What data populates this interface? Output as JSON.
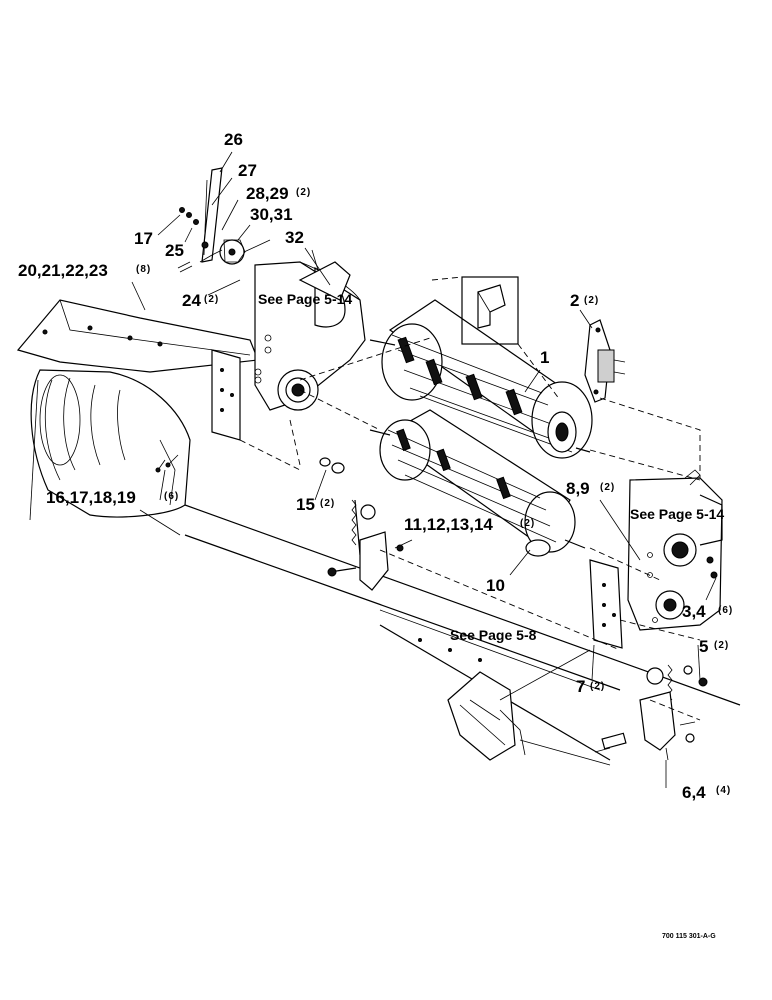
{
  "callouts": [
    {
      "id": "c26",
      "text": "26"
    },
    {
      "id": "c27",
      "text": "27"
    },
    {
      "id": "c28",
      "text": "28,29",
      "qty": "(2)"
    },
    {
      "id": "c30",
      "text": "30,31"
    },
    {
      "id": "c17",
      "text": "17"
    },
    {
      "id": "c32",
      "text": "32"
    },
    {
      "id": "c25",
      "text": "25"
    },
    {
      "id": "c20",
      "text": "20,21,22,23",
      "qty": "(8)"
    },
    {
      "id": "c24",
      "text": "24",
      "qty": "(2)"
    },
    {
      "id": "c2",
      "text": "2",
      "qty": "(2)"
    },
    {
      "id": "c1",
      "text": "1"
    },
    {
      "id": "c8",
      "text": "8,9",
      "qty": "(2)"
    },
    {
      "id": "c16",
      "text": "16,17,18,19",
      "qty": "(6)"
    },
    {
      "id": "c15",
      "text": "15",
      "qty": "(2)"
    },
    {
      "id": "c11",
      "text": "11,12,13,14",
      "qty": "(2)"
    },
    {
      "id": "c10",
      "text": "10"
    },
    {
      "id": "c3",
      "text": "3,4",
      "qty": "(6)"
    },
    {
      "id": "c5",
      "text": "5",
      "qty": "(2)"
    },
    {
      "id": "c7",
      "text": "7",
      "qty": "(2)"
    },
    {
      "id": "c6",
      "text": "6,4",
      "qty": "(4)"
    }
  ],
  "references": [
    {
      "id": "ref1",
      "text": "See Page 5-14"
    },
    {
      "id": "ref2",
      "text": "See Page 5-14"
    },
    {
      "id": "ref3",
      "text": "See Page 5-8"
    }
  ],
  "figure_id": "700 115 301-A-G"
}
